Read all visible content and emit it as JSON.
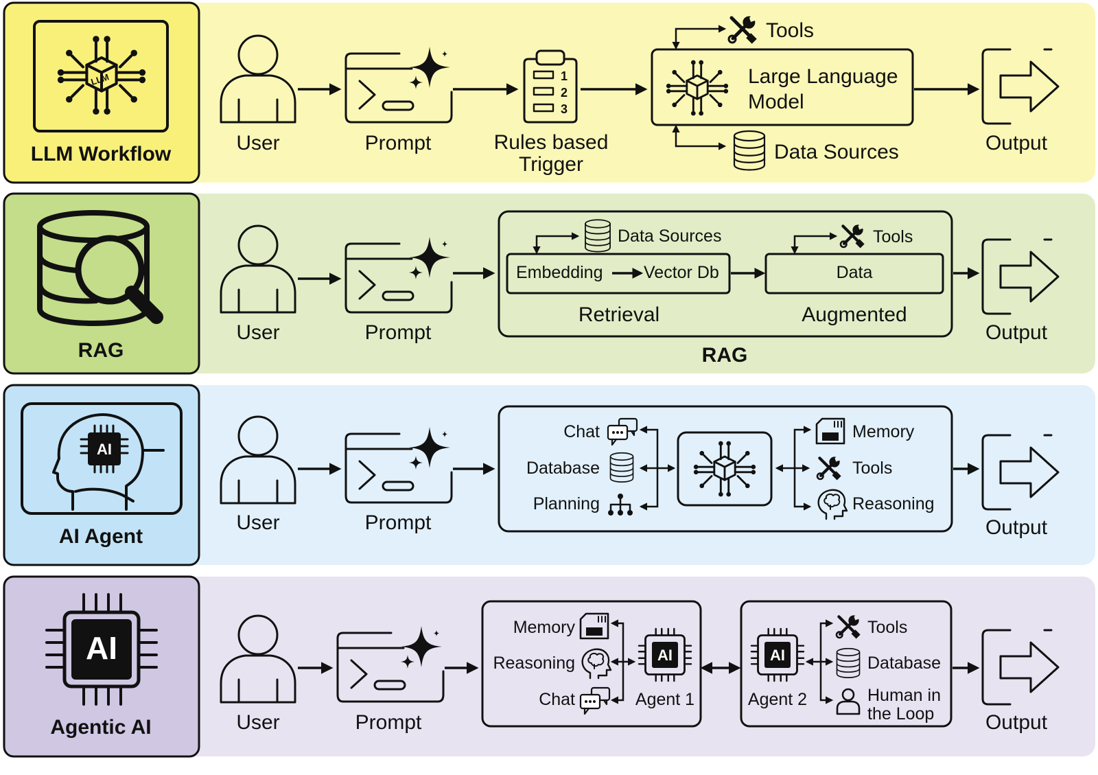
{
  "colors": {
    "llm_band": "#fbf7b7",
    "llm_left": "#f9f07a",
    "rag_band": "#e2edc7",
    "rag_left": "#c3dd8a",
    "agent_band": "#e1f0fb",
    "agent_left": "#c2e3f7",
    "agentic_band": "#e8e3f1",
    "agentic_left": "#d0c7e3",
    "ink": "#111111"
  },
  "rows": {
    "llm": {
      "title": "LLM Workflow",
      "badge_icon": "llm-chip-icon",
      "user": "User",
      "prompt": "Prompt",
      "trigger_line1": "Rules based",
      "trigger_line2": "Trigger",
      "tools": "Tools",
      "model_line1": "Large Language",
      "model_line2": "Model",
      "data_sources": "Data Sources",
      "output": "Output"
    },
    "rag": {
      "title": "RAG",
      "badge_icon": "database-search-icon",
      "user": "User",
      "prompt": "Prompt",
      "data_sources": "Data Sources",
      "tools": "Tools",
      "embedding": "Embedding",
      "vector_db": "Vector Db",
      "data": "Data",
      "retrieval": "Retrieval",
      "augmented": "Augmented",
      "group_label": "RAG",
      "output": "Output"
    },
    "agent": {
      "title": "AI Agent",
      "badge_icon": "ai-head-icon",
      "badge_text": "AI",
      "user": "User",
      "prompt": "Prompt",
      "chat": "Chat",
      "database": "Database",
      "planning": "Planning",
      "memory": "Memory",
      "tools": "Tools",
      "reasoning": "Reasoning",
      "output": "Output"
    },
    "agentic": {
      "title": "Agentic AI",
      "badge_icon": "ai-chip-icon",
      "badge_text": "AI",
      "user": "User",
      "prompt": "Prompt",
      "memory": "Memory",
      "reasoning": "Reasoning",
      "chat": "Chat",
      "agent1": "Agent 1",
      "agent2": "Agent 2",
      "chip_text": "AI",
      "tools": "Tools",
      "database": "Database",
      "human_line1": "Human in",
      "human_line2": "the Loop",
      "output": "Output"
    }
  }
}
